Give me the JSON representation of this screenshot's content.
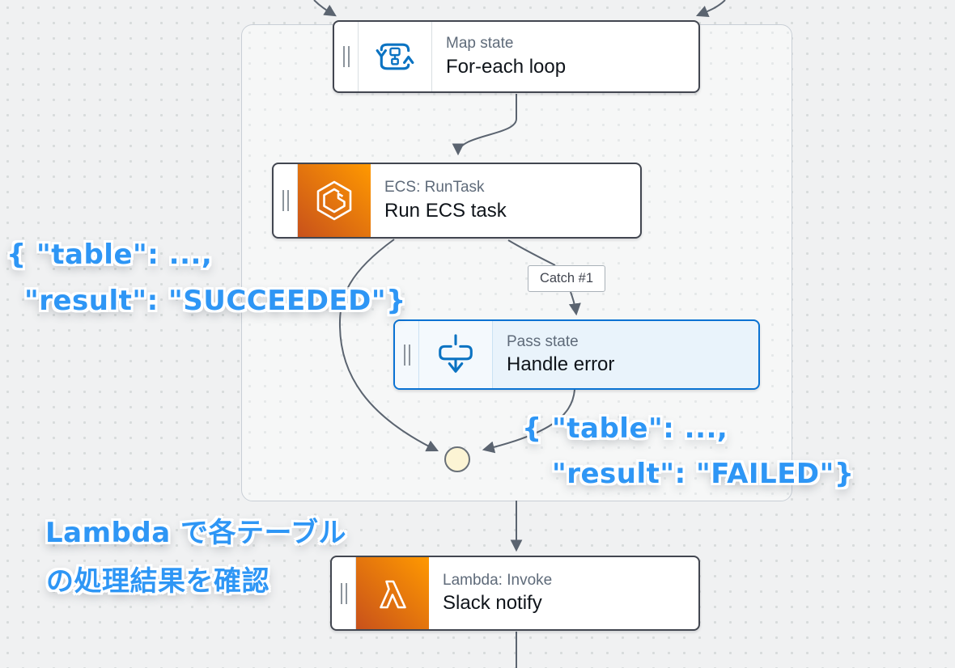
{
  "canvas": {
    "app_context": "workflow-graph-canvas",
    "map_container": "for-each-loop-boundary"
  },
  "nodes": {
    "map": {
      "type_label": "Map state",
      "title": "For-each loop",
      "icon": "map-loop-icon"
    },
    "ecs": {
      "type_label": "ECS: RunTask",
      "title": "Run ECS task",
      "icon": "ecs-service-icon"
    },
    "pass": {
      "type_label": "Pass state",
      "title": "Handle error",
      "icon": "pass-state-icon",
      "selected": true
    },
    "lambda": {
      "type_label": "Lambda: Invoke",
      "title": "Slack notify",
      "icon": "lambda-service-icon"
    }
  },
  "labels": {
    "catch": "Catch #1"
  },
  "annotations": {
    "succeeded_line1": "{ \"table\": ...,",
    "succeeded_line2": "\"result\": \"SUCCEEDED\"}",
    "failed_line1": "{ \"table\": ...,",
    "failed_line2": "\"result\": \"FAILED\"}",
    "note_line1": "Lambda で各テーブル",
    "note_line2": "の処理結果を確認"
  },
  "colors": {
    "annotation_blue": "#2E96F5",
    "node_border": "#424650",
    "selected_blue": "#0972D3",
    "selected_fill": "#E9F3FB",
    "icon_blue": "#0B73C2",
    "service_gradient_start": "#C8511B",
    "service_gradient_end": "#FF9900",
    "edge_gray": "#5B6470",
    "junction_fill": "#FCF4D4",
    "canvas_bg": "#F0F1F2",
    "container_bg": "#F6F7F7"
  }
}
